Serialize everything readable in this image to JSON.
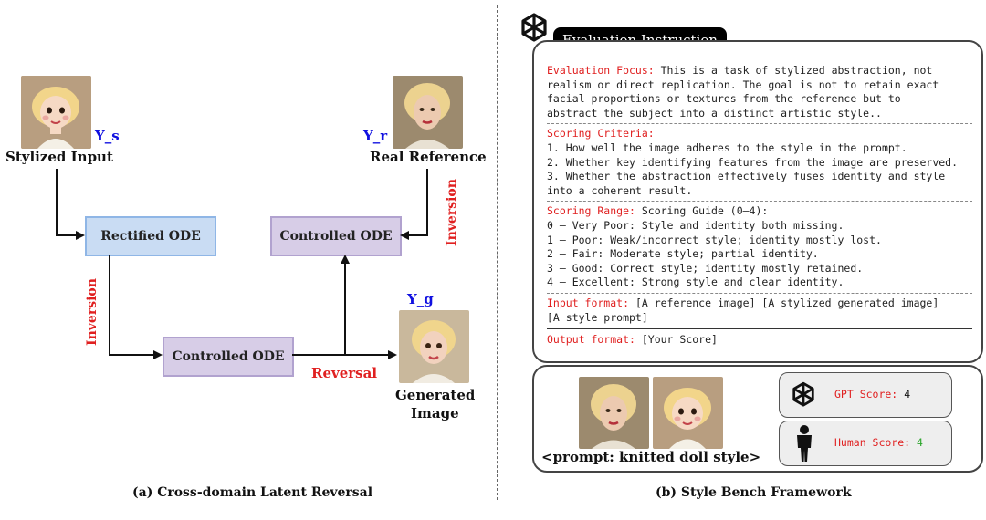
{
  "left": {
    "stylized_input_label": "Stylized Input",
    "y_s": "Y_s",
    "real_reference_label": "Real Reference",
    "y_r": "Y_r",
    "rectified_ode": "Rectified ODE",
    "controlled_ode_top": "Controlled ODE",
    "controlled_ode_bottom": "Controlled ODE",
    "inversion_left": "Inversion",
    "inversion_right": "Inversion",
    "reversal": "Reversal",
    "y_g": "Y_g",
    "generated_image_line1": "Generated",
    "generated_image_line2": "Image",
    "caption": "(a)  Cross-domain Latent Reversal"
  },
  "right": {
    "header": "Evaluation Instruction",
    "focus_label": "Evaluation Focus:",
    "focus_text_1": " This is a task of stylized abstraction, not",
    "focus_text_2": "realism or direct replication. The goal is not to retain exact",
    "focus_text_3": "facial proportions or textures from the reference but to",
    "focus_text_4": "abstract the subject into a distinct artistic style..",
    "criteria_label": "Scoring Criteria:",
    "criteria": [
      "1. How well the image adheres to the style in the prompt.",
      "2. Whether key identifying features from the image are preserved.",
      "3. Whether the abstraction effectively fuses identity and style",
      "into a coherent result."
    ],
    "range_label": "Scoring Range:",
    "range_text": " Scoring Guide (0–4):",
    "range_items": [
      "0 – Very Poor: Style and identity both missing.",
      "1 – Poor: Weak/incorrect style; identity mostly lost.",
      "2 – Fair: Moderate style; partial identity.",
      "3 – Good: Correct style; identity mostly retained.",
      "4 – Excellent: Strong style and clear identity."
    ],
    "input_label": "Input format:",
    "input_text_1": " [A reference image] [A stylized generated image]",
    "input_text_2": "[A style prompt]",
    "output_label": "Output format:",
    "output_text": " [Your Score]",
    "prompt_caption": "<prompt: knitted doll style>",
    "gpt_score_label": "GPT Score:",
    "gpt_score_value": "4",
    "human_score_label": "Human Score:",
    "human_score_value": "4",
    "caption": "(b) Style Bench Framework"
  },
  "icons": [
    "openai-logo-icon",
    "person-silhouette-icon"
  ],
  "colors": {
    "accent_red": "#e02020",
    "accent_blue": "#1010e0",
    "score_green": "#2aa52a",
    "rectified_fill": "#c9dcf3",
    "controlled_fill": "#d7cde7"
  }
}
